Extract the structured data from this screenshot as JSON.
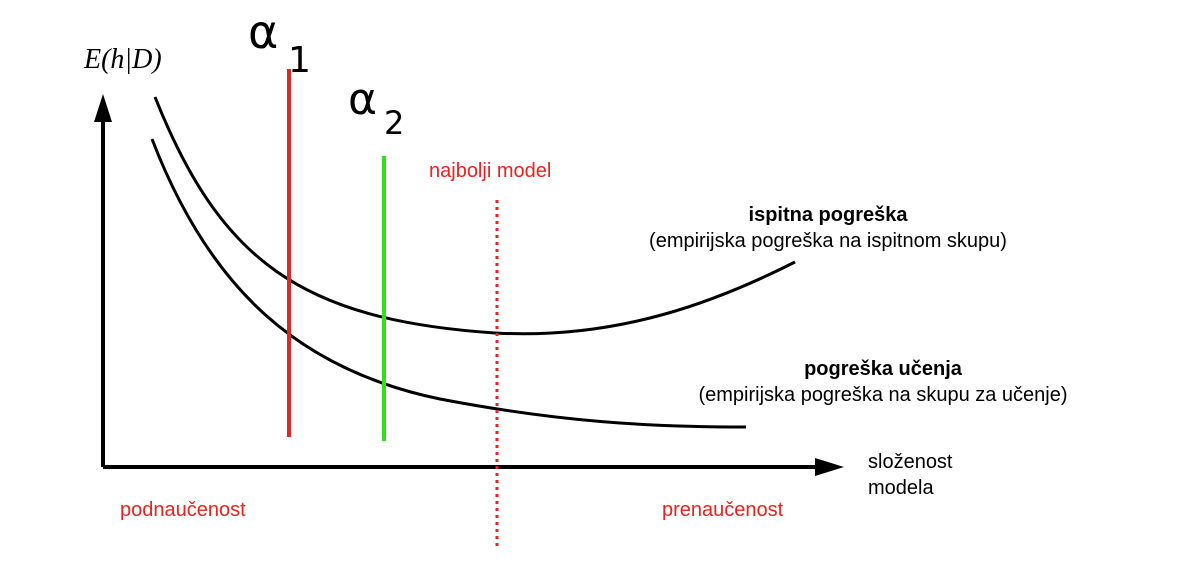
{
  "axes": {
    "y_label": "E(h|D)",
    "x_label_line1": "složenost",
    "x_label_line2": "modela"
  },
  "curves": {
    "test": {
      "title": "ispitna pogreška",
      "subtitle": "(empirijska pogreška na ispitnom skupu)"
    },
    "train": {
      "title": "pogreška učenja",
      "subtitle": "(empirijska pogreška na skupu za učenje)"
    }
  },
  "markers": {
    "alpha1": {
      "label": "α",
      "subscript": "1",
      "color": "#d62c27"
    },
    "alpha2": {
      "label": "α",
      "subscript": "2",
      "color": "#2ee21b"
    },
    "best_model": {
      "label": "najbolji model",
      "color": "#e8231f"
    }
  },
  "regions": {
    "left": "podnaučenost",
    "right": "prenaučenost"
  },
  "colors": {
    "axis": "#000000",
    "curve": "#000000",
    "annotation": "#e8231f"
  }
}
